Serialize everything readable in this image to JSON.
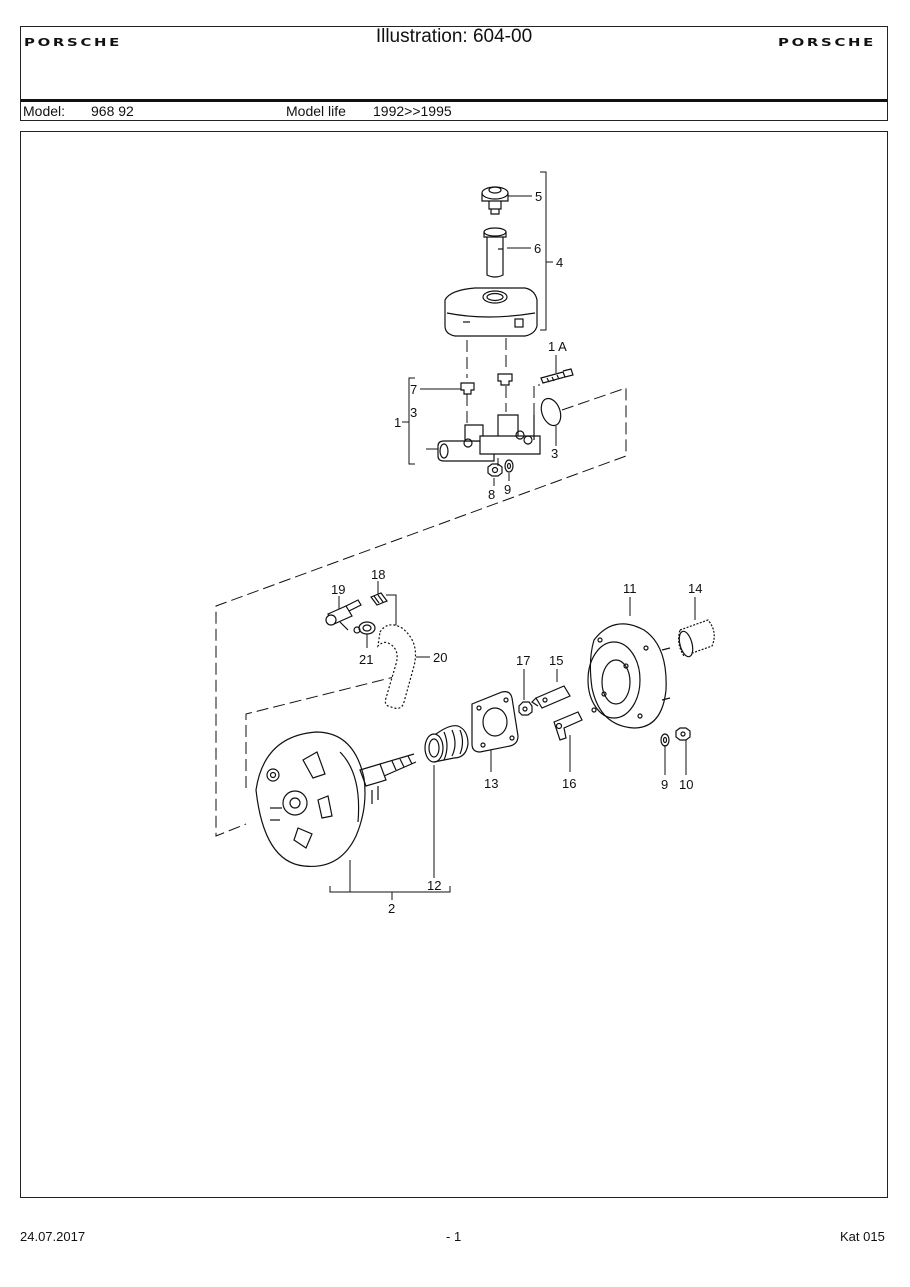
{
  "header": {
    "brand_left": "PORSCHE",
    "brand_right": "PORSCHE",
    "title": "Illustration: 604-00",
    "model_label": "Model:",
    "model_value": "968 92",
    "model_life_label": "Model life",
    "model_life_value": "1992>>1995"
  },
  "diagram": {
    "callouts": [
      "5",
      "6",
      "4",
      "1 A",
      "7",
      "3",
      "1",
      "3",
      "8",
      "9",
      "18",
      "19",
      "21",
      "20",
      "11",
      "14",
      "17",
      "15",
      "13",
      "16",
      "9",
      "10",
      "12",
      "2"
    ]
  },
  "footer": {
    "date": "24.07.2017",
    "page": "- 1",
    "catalog": "Kat 015"
  }
}
